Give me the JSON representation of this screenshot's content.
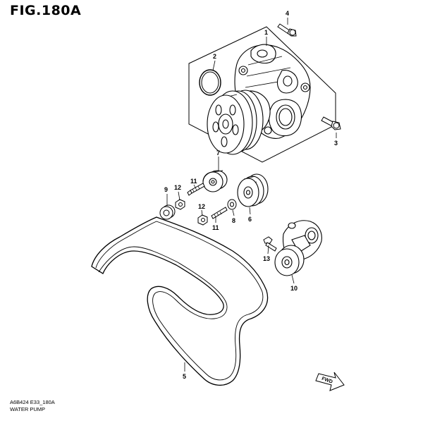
{
  "figure": {
    "title": "FIG.180A"
  },
  "callouts": {
    "p1": "1",
    "p2": "2",
    "p3": "3",
    "p4": "4",
    "p5": "5",
    "p6": "6",
    "p7": "7",
    "p8": "8",
    "p9": "9",
    "p10": "10",
    "p11a": "11",
    "p11b": "11",
    "p12a": "12",
    "p12b": "12",
    "p13": "13"
  },
  "fwd_label": "FWD",
  "footer": {
    "code": "A6B424 E33_180A",
    "caption": "WATER PUMP"
  }
}
